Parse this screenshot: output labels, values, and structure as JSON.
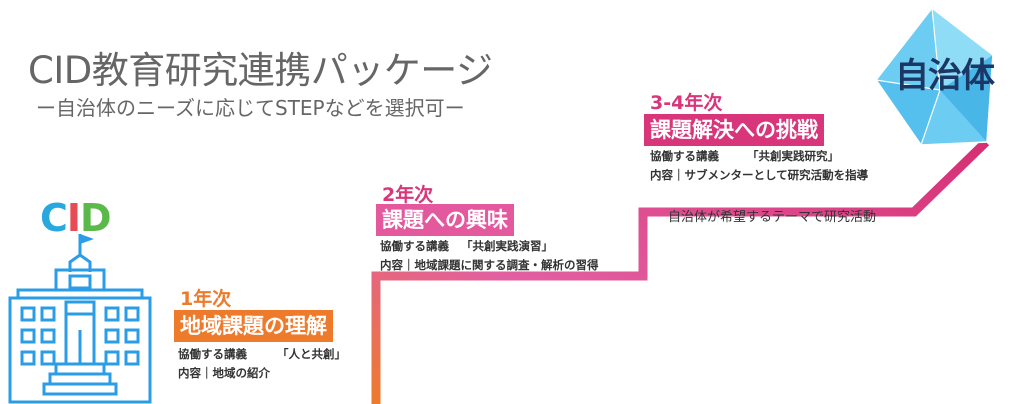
{
  "header": {
    "title": "CID教育研究連携パッケージ",
    "subtitle": "ー自治体のニーズに応じてSTEPなどを選択可ー"
  },
  "logo": {
    "c": "C",
    "i": "I",
    "d": "D"
  },
  "steps": [
    {
      "year": "1年次",
      "banner": "地域課題の理解",
      "line1_label": "協働する講義",
      "line1_value": "「人と共創」",
      "line2": "内容｜地域の紹介"
    },
    {
      "year": "2年次",
      "banner": "課題への興味",
      "line1_label": "協働する講義",
      "line1_value": "「共創実践演習」",
      "line2": "内容｜地域課題に関する調査・解析の習得"
    },
    {
      "year": "3-4年次",
      "banner": "課題解決への挑戦",
      "line1_label": "協働する講義",
      "line1_value": "「共創実践研究」",
      "line2": "内容｜サブメンターとして研究活動を指導"
    }
  ],
  "note": "自治体が希望するテーマで研究活動",
  "goal": "自治体",
  "colors": {
    "step1": "#ee7a2b",
    "step2": "#e0529a",
    "step3": "#d8357a",
    "diamond_light": "#7fd3f3",
    "diamond_dark": "#47b8ea",
    "building": "#2a9de6",
    "title": "#666666",
    "logo_c": "#29a8e0",
    "logo_i": "#e94b55",
    "logo_d": "#5bb84a"
  },
  "icons": [
    "school-building-icon",
    "diamond-icon"
  ]
}
